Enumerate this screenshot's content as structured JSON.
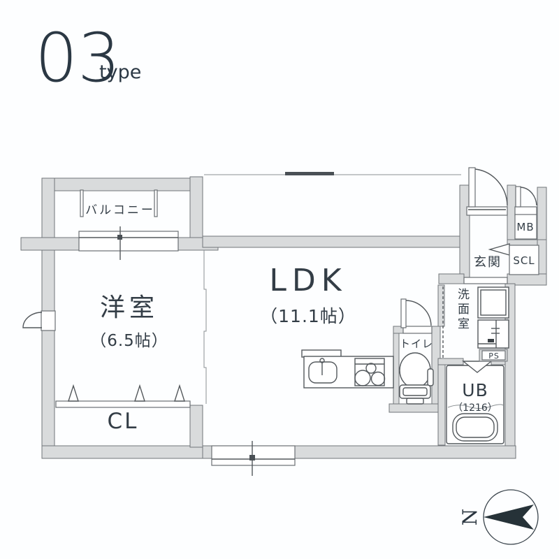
{
  "title": {
    "number": "03",
    "suffix": "type"
  },
  "colors": {
    "wall_fill": "#d9dbdc",
    "wall_stroke": "#71767a",
    "line": "#53585c",
    "text": "#333d46",
    "accent_dark": "#263238",
    "background": "#fdfeff"
  },
  "rooms": {
    "balcony": {
      "label": "バルコニー"
    },
    "western_room": {
      "label": "洋室",
      "size": "（6.5帖）"
    },
    "ldk": {
      "label": "LDK",
      "size": "（11.1帖）"
    },
    "closet": {
      "label": "CL"
    },
    "entrance": {
      "label": "玄関"
    },
    "meter_box": {
      "label": "MB"
    },
    "shoe_closet": {
      "label": "SCL"
    },
    "washroom": {
      "label": "洗面室"
    },
    "toilet": {
      "label": "トイレ"
    },
    "pipe_space": {
      "label": "PS"
    },
    "unit_bath": {
      "label": "UB",
      "size": "（1216）"
    }
  },
  "compass": {
    "label": "N"
  }
}
